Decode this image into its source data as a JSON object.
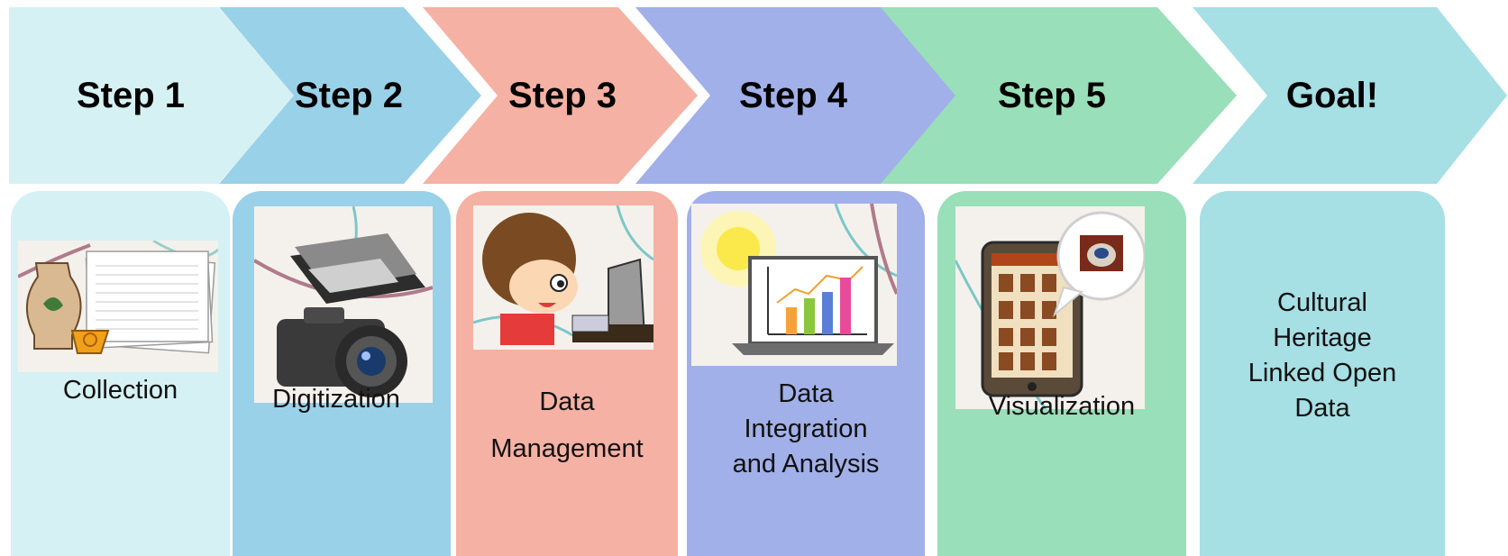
{
  "steps": [
    {
      "label": "Step 1",
      "color": "#d6f1f3"
    },
    {
      "label": "Step 2",
      "color": "#99d1e8"
    },
    {
      "label": "Step 3",
      "color": "#f5b1a3"
    },
    {
      "label": "Step 4",
      "color": "#a1b0e8"
    },
    {
      "label": "Step 5",
      "color": "#99dfb9"
    },
    {
      "label": "Goal!",
      "color": "#a6dfe4"
    }
  ],
  "cards": [
    {
      "label": "Collection",
      "color": "#d6f1f3"
    },
    {
      "label": "Digitization",
      "color": "#99d1e8"
    },
    {
      "label_line1": "Data",
      "label_line2": "Management",
      "color": "#f5b1a3"
    },
    {
      "label_line1": "Data",
      "label_line2": "Integration",
      "label_line3": "and Analysis",
      "color": "#a1b0e8"
    },
    {
      "label": "Visualization",
      "color": "#99dfb9"
    },
    {
      "label_line1": "Cultural",
      "label_line2": "Heritage",
      "label_line3": "Linked Open",
      "label_line4": "Data",
      "color": "#a6dfe4"
    }
  ],
  "icons": {
    "step1": "vase-and-papers-icon",
    "step2": "scanner-and-camera-icon",
    "step3": "person-at-computer-icon",
    "step4": "laptop-chart-lightbulb-icon",
    "step5": "tablet-gallery-icon"
  }
}
